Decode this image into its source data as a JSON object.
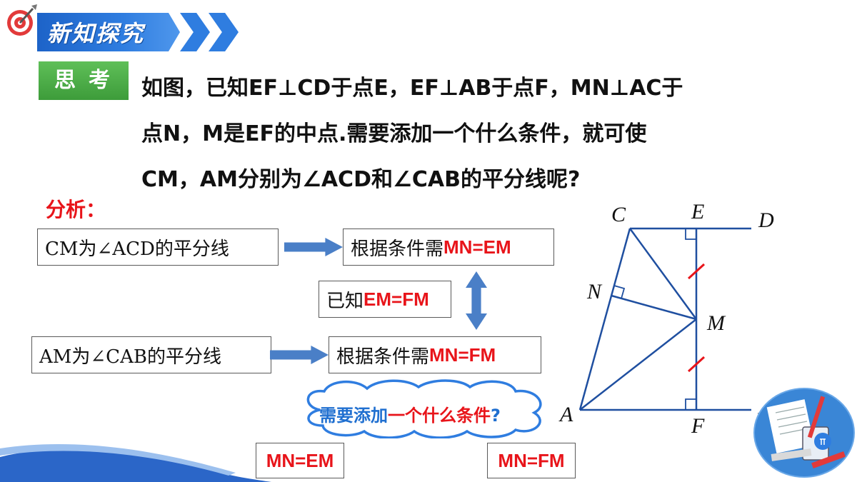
{
  "header": {
    "title": "新知探究"
  },
  "question": {
    "badge": "思考",
    "lines": [
      "如图，已知EF⊥CD于点E，EF⊥AB于点F，MN⊥AC于",
      "点N，M是EF的中点.需要添加一个什么条件，就可使",
      "CM，AM分别为∠ACD和∠CAB的平分线呢?"
    ]
  },
  "analysis": {
    "label": "分析：",
    "box_cm": "CM为∠ACD的平分线",
    "box_am": "AM为∠CAB的平分线",
    "need_prefix": "根据条件需",
    "need_top": "MN=EM",
    "need_bottom": "MN=FM",
    "known_prefix": "已知",
    "known_value": "EM=FM",
    "cloud_part1": "需要添加",
    "cloud_part2": "一个什么条件",
    "cloud_part3": "?",
    "answer_left": "MN=EM",
    "answer_right": "MN=FM"
  },
  "figure": {
    "labels": {
      "C": "C",
      "E": "E",
      "D": "D",
      "N": "N",
      "M": "M",
      "A": "A",
      "F": "F",
      "B": "B"
    }
  },
  "colors": {
    "accent_blue": "#2f7de0",
    "accent_red": "#e8141a",
    "badge_green": "#3d9c3a",
    "arrow_blue": "#4a7fc7",
    "line_blue": "#1f4fa0"
  }
}
